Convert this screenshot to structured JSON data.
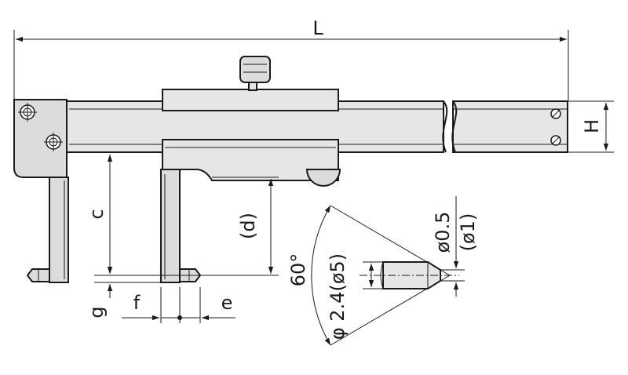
{
  "labels": {
    "L": "L",
    "H": "H",
    "c": "c",
    "d": "(d)",
    "g": "g",
    "f": "f",
    "e": "e",
    "angle": "60°",
    "point_dia": "φ 2.4(ø5)",
    "tip_dia_primary": "ø0.5",
    "tip_dia_secondary": "(ø1)"
  }
}
